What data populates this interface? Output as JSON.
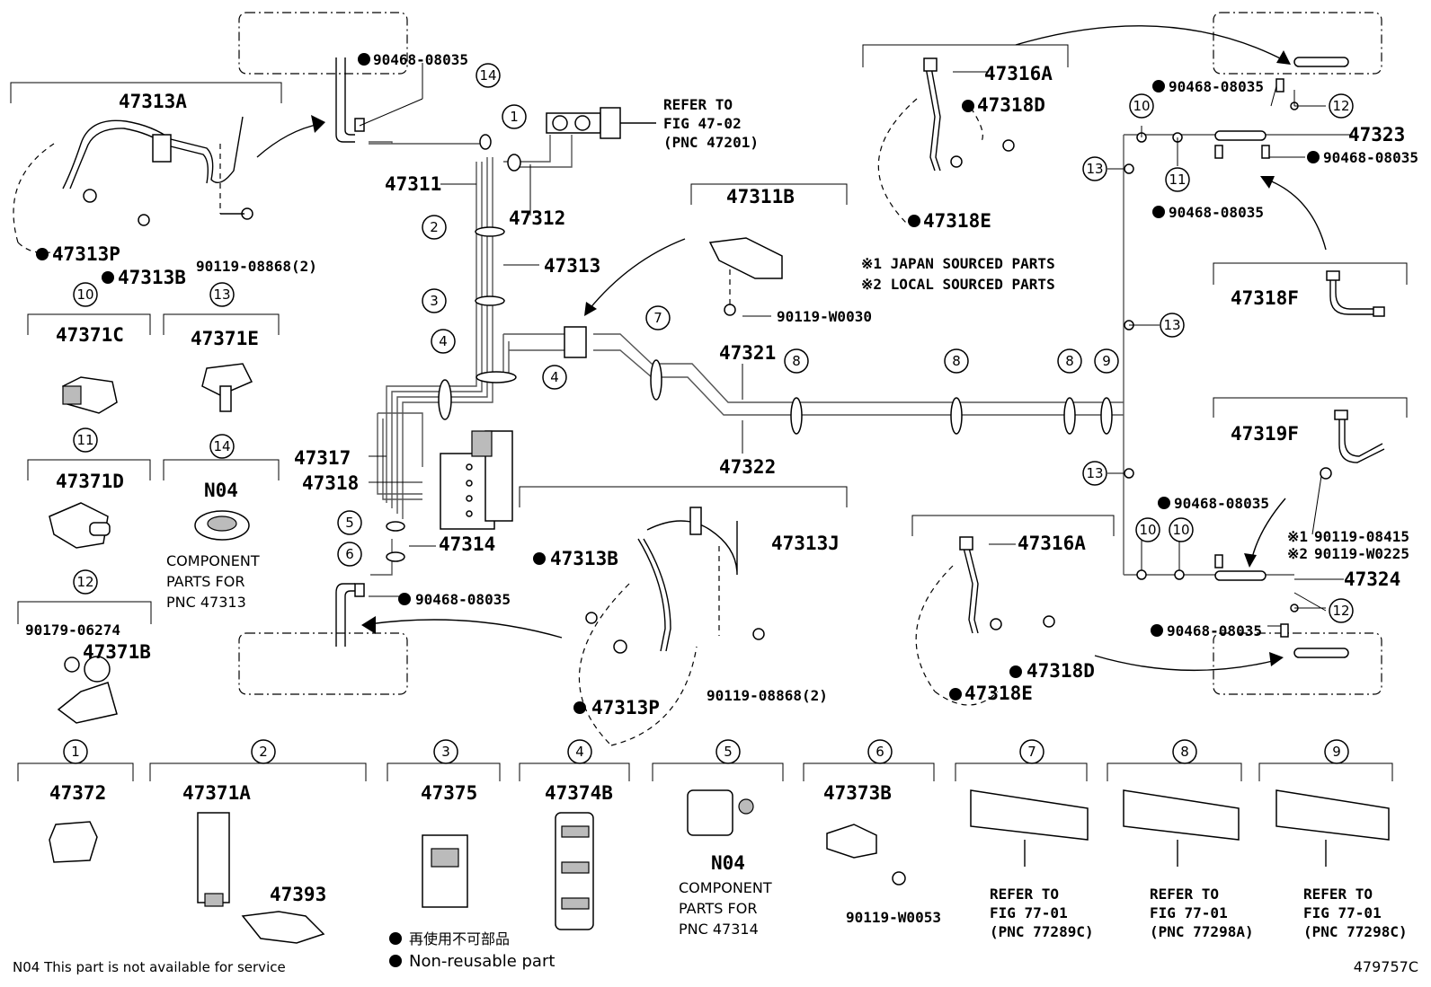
{
  "diagram_code": "479757C",
  "labels": {
    "p47313A": "47313A",
    "p47313P": "47313P",
    "p47313B": "47313B",
    "p90119_08868_2": "90119-08868(2)",
    "p90468_08035": "90468-08035",
    "p47311": "47311",
    "p47312": "47312",
    "p47313": "47313",
    "p47317": "47317",
    "p47318": "47318",
    "p47314": "47314",
    "p47311B": "47311B",
    "p90119_W0030": "90119-W0030",
    "p47321": "47321",
    "p47322": "47322",
    "p47316A": "47316A",
    "p47318D": "47318D",
    "p47318E": "47318E",
    "p47323": "47323",
    "p47318F": "47318F",
    "p47319F": "47319F",
    "p90119_08415": "90119-08415",
    "p90119_W0225": "90119-W0225",
    "p47324": "47324",
    "p47313J": "47313J",
    "p47371C": "47371C",
    "p47371E": "47371E",
    "p47371D": "47371D",
    "pN04": "N04",
    "p90179_06274": "90179-06274",
    "p47371B": "47371B",
    "p47372": "47372",
    "p47371A": "47371A",
    "p47393": "47393",
    "p47375": "47375",
    "p47374B": "47374B",
    "p47373B": "47373B",
    "p90119_W0053": "90119-W0053"
  },
  "refer_main": {
    "line1": "REFER TO",
    "line2": "FIG 47-02",
    "line3": "(PNC 47201)"
  },
  "refer_7": {
    "line1": "REFER TO",
    "line2": "FIG 77-01",
    "line3": "(PNC 77289C)"
  },
  "refer_8": {
    "line1": "REFER TO",
    "line2": "FIG 77-01",
    "line3": "(PNC 77298A)"
  },
  "refer_9": {
    "line1": "REFER TO",
    "line2": "FIG 77-01",
    "line3": "(PNC 77298C)"
  },
  "component_note_47313": {
    "line1": "COMPONENT",
    "line2": "PARTS FOR",
    "line3": "PNC 47313"
  },
  "component_note_47314": {
    "line1": "COMPONENT",
    "line2": "PARTS FOR",
    "line3": "PNC 47314"
  },
  "source_notes": {
    "japan": "※1 JAPAN SOURCED PARTS",
    "local": "※2 LOCAL SOURCED PARTS",
    "mark1": "※1",
    "mark2": "※2"
  },
  "legend": {
    "jp": "再使用不可部品",
    "en": "Non-reusable part",
    "n04_note": "N04 This part is not available for service"
  },
  "callouts": {
    "n1": "1",
    "n2": "2",
    "n3": "3",
    "n4": "4",
    "n5": "5",
    "n6": "6",
    "n7": "7",
    "n8": "8",
    "n9": "9",
    "n10": "10",
    "n11": "11",
    "n12": "12",
    "n13": "13",
    "n14": "14"
  }
}
